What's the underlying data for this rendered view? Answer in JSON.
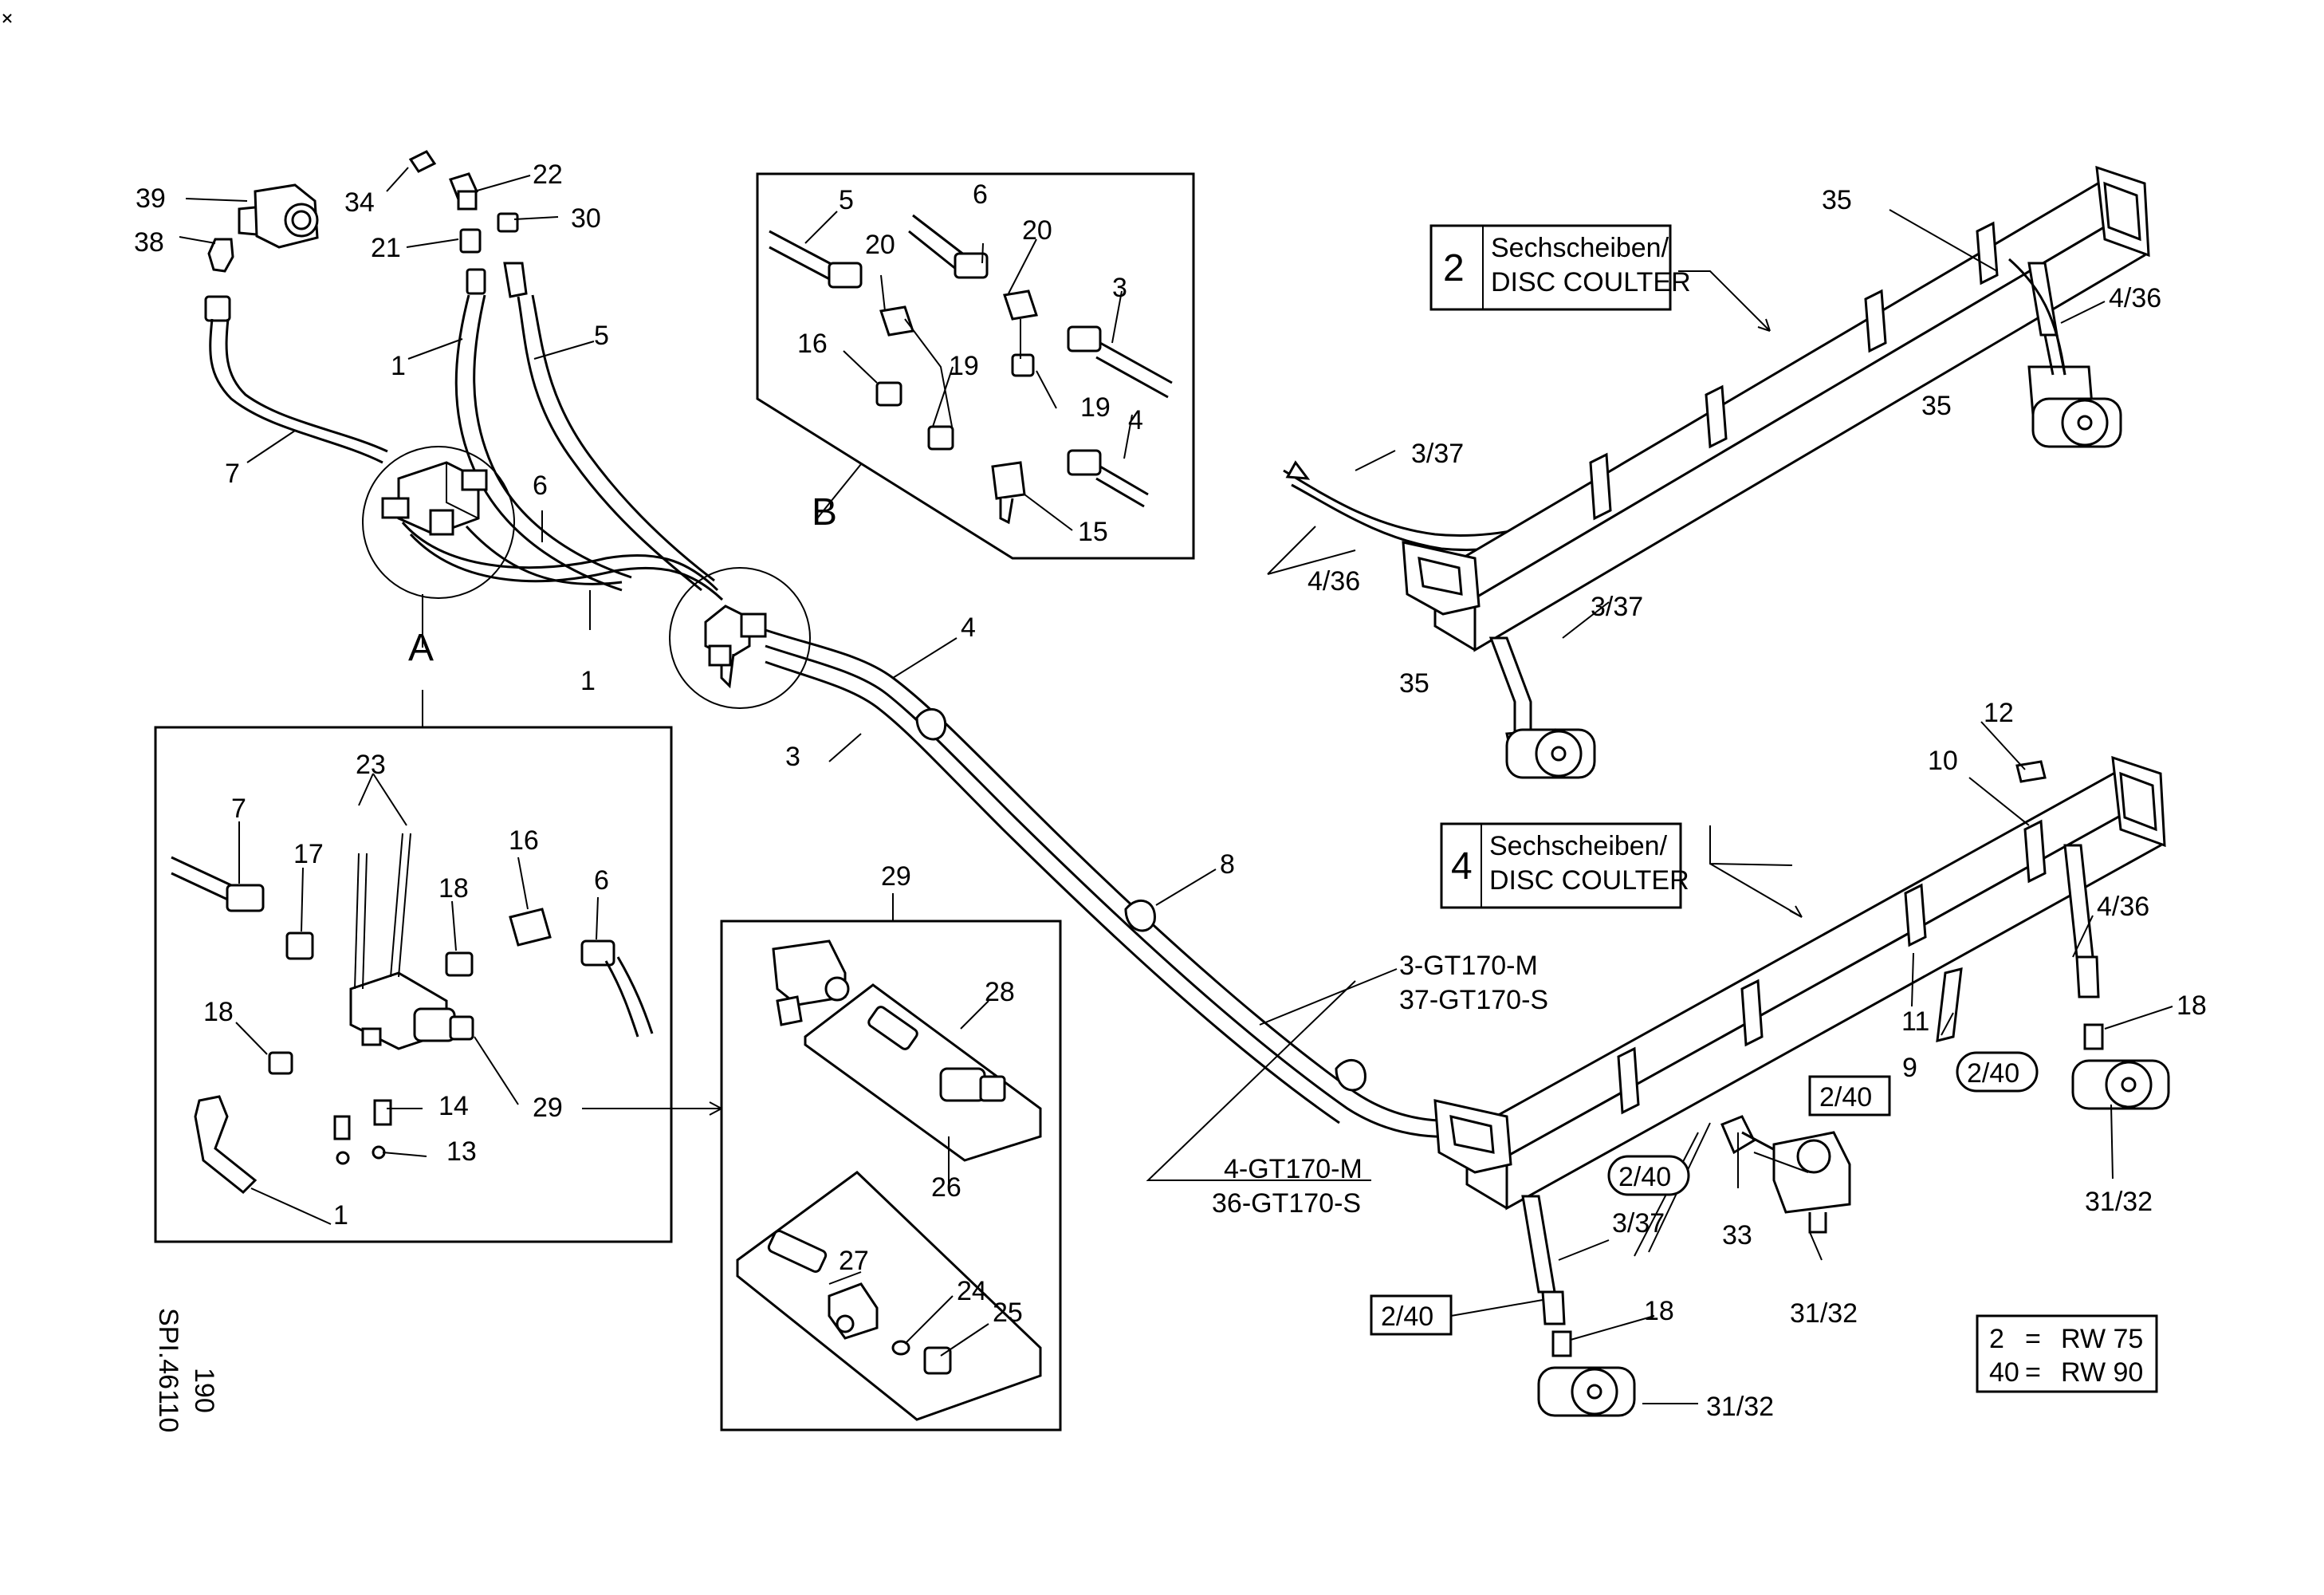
{
  "drawing": {
    "id": "SPI.46110",
    "page": "190",
    "legend": [
      {
        "code": "2",
        "sep": "=",
        "value": "RW 75"
      },
      {
        "code": "40",
        "sep": "=",
        "value": "RW 90"
      }
    ]
  },
  "callouts": {
    "coulter_top": {
      "num": "2",
      "line1": "Sechscheiben/",
      "line2": "DISC COULTER"
    },
    "coulter_bottom": {
      "num": "4",
      "line1": "Sechscheiben/",
      "line2": "DISC COULTER"
    },
    "hose_upper": {
      "line1": "3-GT170-M",
      "line2": "37-GT170-S"
    },
    "hose_lower": {
      "line1": "4-GT170-M",
      "line2": "36-GT170-S"
    }
  },
  "detail_views": {
    "a": "A",
    "b": "B"
  },
  "parts": {
    "p1": "1",
    "p3": "3",
    "p4": "4",
    "p5": "5",
    "p6": "6",
    "p7": "7",
    "p8": "8",
    "p9": "9",
    "p10": "10",
    "p11": "11",
    "p12": "12",
    "p13": "13",
    "p14": "14",
    "p15": "15",
    "p16": "16",
    "p17": "17",
    "p18": "18",
    "p19": "19",
    "p20": "20",
    "p21": "21",
    "p22": "22",
    "p23": "23",
    "p24": "24",
    "p25": "25",
    "p26": "26",
    "p27": "27",
    "p28": "28",
    "p29": "29",
    "p30": "30",
    "p33": "33",
    "p34": "34",
    "p35": "35",
    "p38": "38",
    "p39": "39",
    "p3_37": "3/37",
    "p4_36": "4/36",
    "p31_32": "31/32",
    "p2_40": "2/40"
  }
}
